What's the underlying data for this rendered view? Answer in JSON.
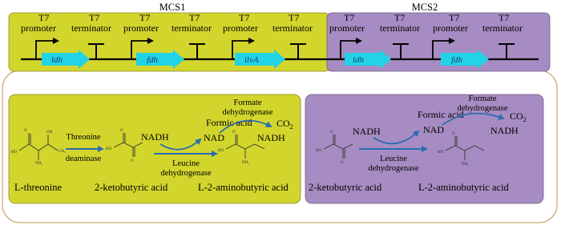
{
  "colors": {
    "mcs1_fill": "#d2d52c",
    "mcs2_fill": "#a68cc2",
    "gene_arrow": "#22d3e6",
    "reaction_arrow": "#2b6cb0",
    "outline": "#c9a86b"
  },
  "modules": {
    "mcs1_label": "MCS1",
    "mcs2_label": "MCS2"
  },
  "elements": [
    {
      "promoter": "T7",
      "promoter_word": "promoter"
    },
    {
      "terminator": "T7",
      "terminator_word": "terminator"
    }
  ],
  "genes": {
    "g1": "ldh",
    "g2": "fdh",
    "g3": "ilvA",
    "g4": "ldh",
    "g5": "fdh"
  },
  "pathway1": {
    "substrate": "L-threonine",
    "intermediate": "2-ketobutyric acid",
    "product": "L-2-aminobutyric acid",
    "enzyme1_line1": "Threonine",
    "enzyme1_line2": "deaminase",
    "enzyme2_line1": "Leucine",
    "enzyme2_line2": "dehydrogenase",
    "cofactor_in": "NADH",
    "cofactor_out": "NAD",
    "cofactor_regen": "NADH",
    "formic": "Formic acid",
    "fdh_line1": "Formate",
    "fdh_line2": "dehydrogenase",
    "co2": "CO"
  },
  "pathway2": {
    "substrate": "2-ketobutyric acid",
    "product": "L-2-aminobutyric acid",
    "enzyme_line1": "Leucine",
    "enzyme_line2": "dehydrogenase",
    "cofactor_in": "NADH",
    "cofactor_out": "NAD",
    "cofactor_regen": "NADH",
    "formic": "Formic acid",
    "fdh_line1": "Formate",
    "fdh_line2": "dehydrogenase",
    "co2": "CO"
  },
  "subscript_2": "2"
}
